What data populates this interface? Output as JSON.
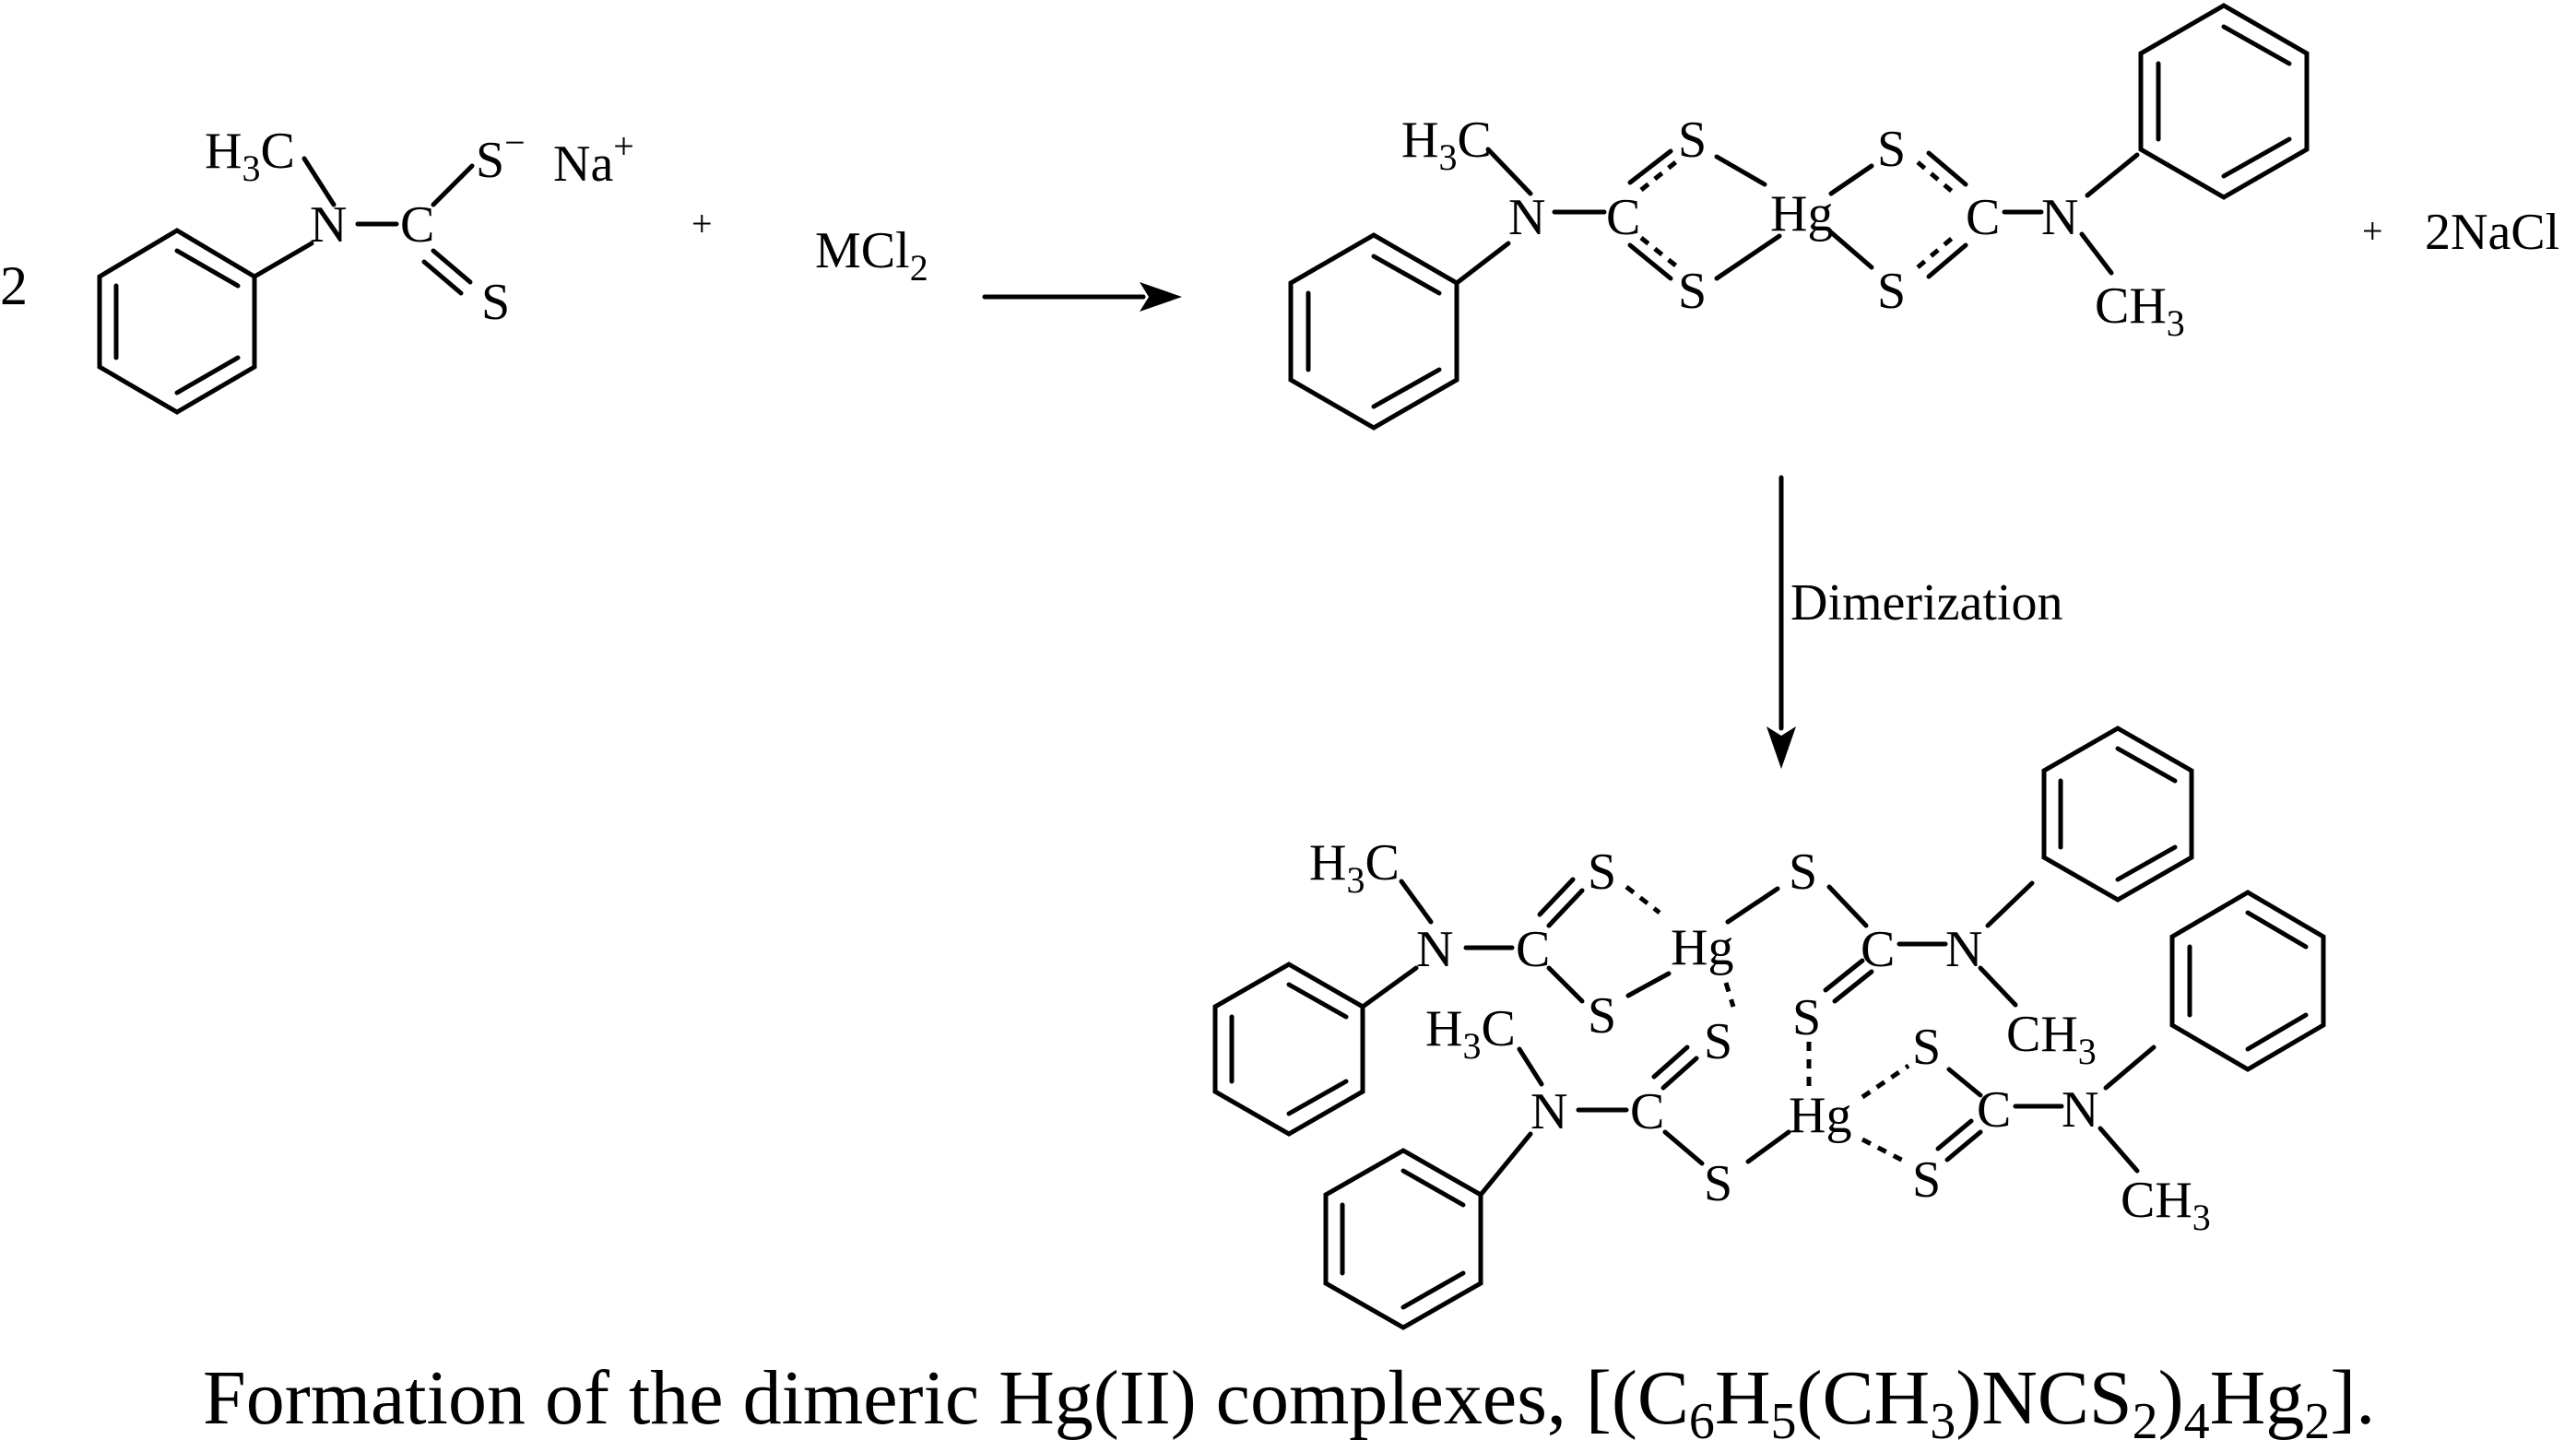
{
  "reaction": {
    "coef_reactant": "2",
    "plus_1": "+",
    "reagent": "MCl",
    "reagent_sub": "2",
    "plus_2": "+",
    "byproduct": "2NaCl",
    "arrow_label": "Dimerization"
  },
  "labels": {
    "h": "H",
    "three": "3",
    "c": "C",
    "n": "N",
    "s": "S",
    "minus": "−",
    "na": "Na",
    "plus": "+",
    "hg": "Hg",
    "ch": "CH"
  },
  "caption": {
    "text_a": "Formation of the dimeric Hg(II) complexes, [(C",
    "sub_1": "6",
    "text_b": "H",
    "sub_2": "5",
    "text_c": "(CH",
    "sub_3": "3",
    "text_d": ")NCS",
    "sub_4": "2",
    "text_e": ")",
    "sub_5": "4",
    "text_f": "Hg",
    "sub_6": "2",
    "text_g": "]."
  }
}
